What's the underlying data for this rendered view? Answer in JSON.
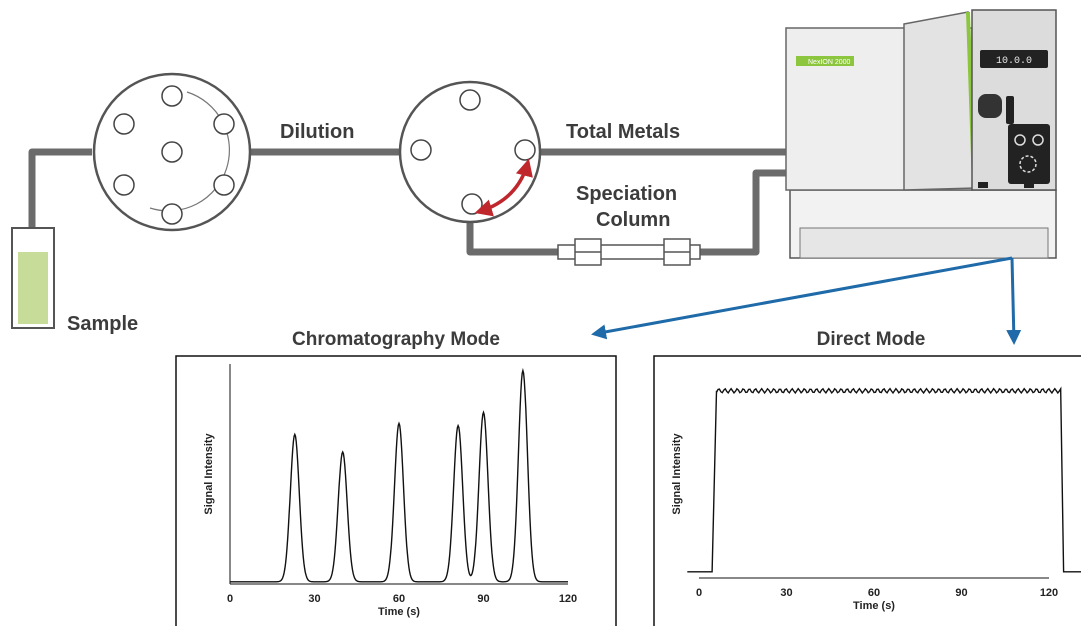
{
  "labels": {
    "sample": "Sample",
    "dilution": "Dilution",
    "total_metals": "Total Metals",
    "speciation_line1": "Speciation",
    "speciation_line2": "Column"
  },
  "instrument": {
    "brand": "NexION 2000",
    "display": "10.0.0"
  },
  "colors": {
    "tubing": "#6b6b6b",
    "sample_liquid": "#c8dc9a",
    "rotation_arrow": "#c0272d",
    "pointer_arrow": "#1f6aa8",
    "instrument_accent": "#8cc63f"
  },
  "chart_data": [
    {
      "type": "line",
      "title": "Chromatography Mode",
      "xlabel": "Time (s)",
      "ylabel": "Signal Intensity",
      "xticks": [
        "0",
        "30",
        "60",
        "90",
        "120"
      ],
      "xlim": [
        0,
        120
      ],
      "ylim": [
        0,
        1
      ],
      "peaks": [
        {
          "time": 23,
          "height": 0.67
        },
        {
          "time": 40,
          "height": 0.59
        },
        {
          "time": 60,
          "height": 0.72
        },
        {
          "time": 81,
          "height": 0.71
        },
        {
          "time": 90,
          "height": 0.77
        },
        {
          "time": 104,
          "height": 0.96
        }
      ]
    },
    {
      "type": "line",
      "title": "Direct Mode",
      "xlabel": "Time (s)",
      "ylabel": "Signal Intensity",
      "xticks": [
        "0",
        "30",
        "60",
        "90",
        "120"
      ],
      "xlim": [
        0,
        120
      ],
      "ylim": [
        0,
        1
      ],
      "plateau": {
        "start": 5,
        "end": 125,
        "level": 0.9,
        "baseline": 0.03
      }
    }
  ]
}
